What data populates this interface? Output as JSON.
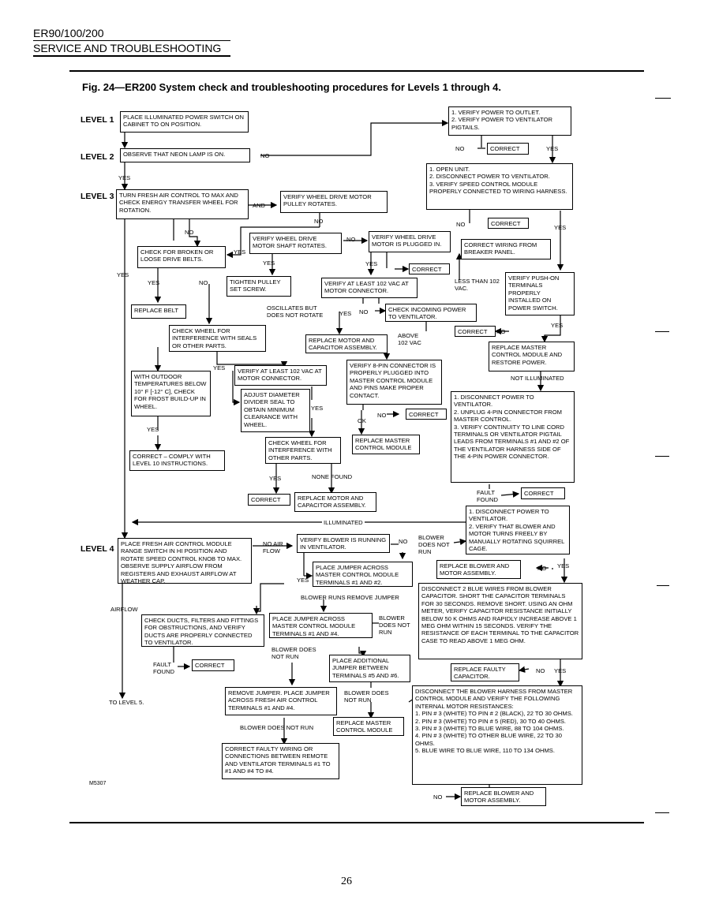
{
  "header": {
    "model": "ER90/100/200",
    "section": "SERVICE AND TROUBLESHOOTING"
  },
  "figure_title": "Fig. 24—ER200 System check and troubleshooting procedures for Levels 1 through 4.",
  "levels": {
    "l1": "LEVEL 1",
    "l2": "LEVEL 2",
    "l3": "LEVEL 3",
    "l4": "LEVEL 4"
  },
  "boxes": {
    "b1": "PLACE ILLUMINATED POWER SWITCH ON CABINET TO ON POSITION.",
    "b2": "OBSERVE THAT NEON LAMP IS ON.",
    "b3": "1. VERIFY POWER TO OUTLET.\n2. VERIFY POWER TO VENTILATOR PIGTAILS.",
    "b4": "CORRECT",
    "b5": "1. OPEN UNIT.\n2. DISCONNECT POWER TO VENTILATOR.\n3. VERIFY SPEED CONTROL MODULE PROPERLY CONNECTED TO WIRING HARNESS.",
    "b6": "CORRECT",
    "b7": "TURN FRESH AIR CONTROL TO MAX AND CHECK ENERGY TRANSFER WHEEL FOR ROTATION.",
    "b8": "VERIFY WHEEL DRIVE MOTOR PULLEY ROTATES.",
    "b9": "VERIFY WHEEL DRIVE MOTOR SHAFT ROTATES.",
    "b10": "VERIFY WHEEL DRIVE MOTOR IS PLUGGED IN.",
    "b11": "CORRECT WIRING FROM BREAKER PANEL.",
    "b12": "CHECK FOR BROKEN OR LOOSE DRIVE BELTS.",
    "b13": "TIGHTEN PULLEY SET SCREW.",
    "b14": "CORRECT",
    "b15": "VERIFY AT LEAST 102 VAC AT MOTOR CONNECTOR.",
    "b16": "VERIFY PUSH-ON TERMINALS PROPERLY INSTALLED ON POWER SWITCH.",
    "b17": "REPLACE BELT",
    "b18": "CHECK INCOMING POWER TO VENTILATOR.",
    "b19": "CHECK WHEEL FOR INTERFERENCE WITH SEALS OR OTHER PARTS.",
    "b20": "REPLACE MOTOR AND CAPACITOR ASSEMBLY.",
    "b21": "CORRECT",
    "b22": "REPLACE MASTER CONTROL MODULE AND RESTORE POWER.",
    "b23": "VERIFY AT LEAST 102 VAC AT MOTOR CONNECTOR.",
    "b24": "VERIFY 8-PIN CONNECTOR IS PROPERLY PLUGGED INTO MASTER CONTROL MODULE AND PINS MAKE PROPER CONTACT.",
    "b25": "WITH OUTDOOR TEMPERATURES BELOW 10° F [-12° C], CHECK FOR FROST BUILD-UP IN WHEEL.",
    "b26": "ADJUST DIAMETER DIVIDER SEAL TO OBTAIN MINIMUM CLEARANCE WITH WHEEL.",
    "b27": "CORRECT",
    "b28": "1. DISCONNECT POWER TO VENTILATOR.\n2. UNPLUG 4-PIN CONNECTOR FROM MASTER CONTROL.\n3. VERIFY CONTINUITY TO LINE CORD TERMINALS OR VENTILATOR PIGTAIL LEADS FROM TERMINALS #1 AND #2 OF THE VENTILATOR HARNESS SIDE OF THE 4-PIN POWER CONNECTOR.",
    "b29": "REPLACE MASTER CONTROL MODULE",
    "b30": "CHECK WHEEL FOR INTERFERENCE WITH OTHER PARTS.",
    "b31": "CORRECT – COMPLY WITH LEVEL 10 INSTRUCTIONS.",
    "b32": "CORRECT",
    "b33": "REPLACE MOTOR AND CAPACITOR ASSEMBLY.",
    "b34": "CORRECT",
    "b35": "1. DISCONNECT POWER TO VENTILATOR.\n2. VERIFY THAT BLOWER AND MOTOR TURNS FREELY BY MANUALLY ROTATING SQUIRREL CAGE.",
    "b36": "PLACE FRESH AIR CONTROL MODULE RANGE SWITCH IN HI POSITION AND ROTATE SPEED CONTROL KNOB TO MAX. OBSERVE SUPPLY AIRFLOW FROM REGISTERS AND EXHAUST AIRFLOW AT WEATHER CAP.",
    "b37": "VERIFY BLOWER IS RUNNING IN VENTILATOR.",
    "b38": "PLACE JUMPER ACROSS MASTER CONTROL MODULE TERMINALS #1 AND #2.",
    "b39": "REPLACE BLOWER AND MOTOR ASSEMBLY.",
    "b40": "DISCONNECT 2 BLUE WIRES FROM BLOWER CAPACITOR. SHORT THE CAPACITOR TERMINALS FOR 30 SECONDS. REMOVE SHORT. USING AN OHM METER, VERIFY CAPACITOR RESISTANCE INITIALLY BELOW 50 K OHMS AND RAPIDLY INCREASE ABOVE 1 MEG OHM WITHIN 15 SECONDS. VERIFY THE RESISTANCE OF EACH TERMINAL TO THE CAPACITOR CASE TO READ ABOVE 1 MEG OHM.",
    "b41": "CHECK DUCTS, FILTERS AND FITTINGS FOR OBSTRUCTIONS, AND VERIFY DUCTS ARE PROPERLY CONNECTED TO VENTILATOR.",
    "b42": "PLACE JUMPER ACROSS MASTER CONTROL MODULE TERMINALS #1 AND #4.",
    "b43": "CORRECT",
    "b44": "PLACE ADDITIONAL JUMPER BETWEEN TERMINALS #5 AND #6.",
    "b45": "REPLACE FAULTY CAPACITOR.",
    "b46": "REMOVE JUMPER. PLACE JUMPER ACROSS FRESH AIR CONTROL TERMINALS #1 AND #4.",
    "b47": "REPLACE MASTER CONTROL MODULE",
    "b48": "DISCONNECT THE BLOWER HARNESS FROM MASTER CONTROL MODULE AND VERIFY THE FOLLOWING INTERNAL MOTOR RESISTANCES:\n1. PIN # 3 (WHITE) TO PIN # 2 (BLACK), 22 TO 30 OHMS.\n2. PIN # 3 (WHITE) TO PIN # 5 (RED), 30 TO 40 OHMS.\n3. PIN # 3 (WHITE) TO BLUE WIRE, 88 TO 104 OHMS.\n4. PIN # 3 (WHITE) TO OTHER BLUE WIRE, 22 TO 30 OHMS.\n5. BLUE WIRE TO BLUE WIRE, 110 TO 134 OHMS.",
    "b49": "CORRECT FAULTY WIRING OR CONNECTIONS BETWEEN REMOTE AND VENTILATOR TERMINALS #1 TO #1 AND #4 TO #4.",
    "b50": "REPLACE BLOWER AND MOTOR ASSEMBLY."
  },
  "labels": {
    "no_l2": "NO",
    "yes_l2": "YES",
    "no_a": "NO",
    "yes_a": "YES",
    "no_b": "NO",
    "yes_b": "YES",
    "and": "AND",
    "no_c": "NO",
    "no_d": "NO",
    "yes_d": "YES",
    "yes_e": "YES",
    "yes_f": "YES",
    "no_g": "NO",
    "yes_left": "YES",
    "yes_h": "YES",
    "no_h": "NO",
    "less_than": "LESS THAN 102 VAC.",
    "oscillates": "OSCILLATES BUT DOES NOT ROTATE",
    "yes_i": "YES",
    "no_i": "NO",
    "no_j": "NO",
    "yes_j": "YES",
    "above": "ABOVE 102 VAC",
    "yes_k": "YES",
    "not_illum": "NOT ILLUMINATED",
    "ok": "OK",
    "no_k": "NO",
    "yes_l": "YES",
    "yes_m": "YES",
    "yes_n": "YES",
    "none_found": "NONE FOUND",
    "fault_found_a": "FAULT FOUND",
    "illuminated": "ILLUMINATED",
    "no_air": "NO AIR FLOW",
    "no_o": "NO",
    "blower_does_not_run": "BLOWER DOES NOT RUN",
    "no_p": "NO",
    "yes_p": "YES",
    "yes_q": "YES",
    "airflow": "AIRFLOW",
    "blower_runs": "BLOWER RUNS REMOVE JUMPER",
    "blower_dnr_2": "BLOWER DOES NOT RUN",
    "blower_dnr_3": "BLOWER DOES NOT RUN",
    "fault_found_b": "FAULT FOUND",
    "no_r": "NO",
    "yes_r": "YES",
    "blower_dnr_4": "BLOWER DOES NOT RUN",
    "to_level5": "TO LEVEL 5.",
    "blower_dnr_5": "BLOWER DOES NOT RUN",
    "no_s": "NO"
  },
  "figure_code": "M5307",
  "page_number": "26"
}
